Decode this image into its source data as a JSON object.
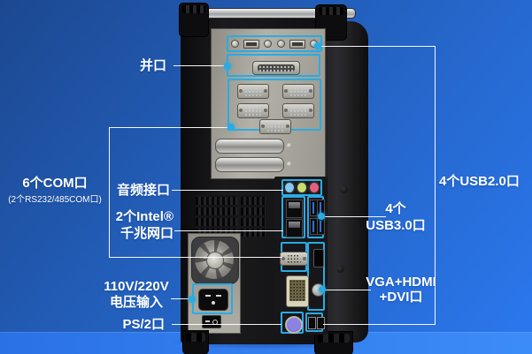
{
  "colors": {
    "accent": "#2aabe3",
    "background_top_left": "#1c4890",
    "background_bottom_right": "#2b78ef",
    "leader_line": "#ffffff",
    "label_text": "#ffffff"
  },
  "callouts": {
    "parallel": {
      "label": "并口"
    },
    "com": {
      "label": "6个COM口",
      "sublabel": "(2个RS232/485COM口)"
    },
    "audio": {
      "label": "音频接口"
    },
    "lan": {
      "label_line1": "2个Intel®",
      "label_line2": "千兆网口"
    },
    "power": {
      "label_line1": "110V/220V",
      "label_line2": "电压输入"
    },
    "ps2": {
      "label": "PS/2口"
    },
    "usb2": {
      "label": "4个USB2.0口"
    },
    "usb3": {
      "label_line1": "4个",
      "label_line2": "USB3.0口"
    },
    "video": {
      "label_line1": "VGA+HDMI",
      "label_line2": "+DVI口"
    }
  }
}
